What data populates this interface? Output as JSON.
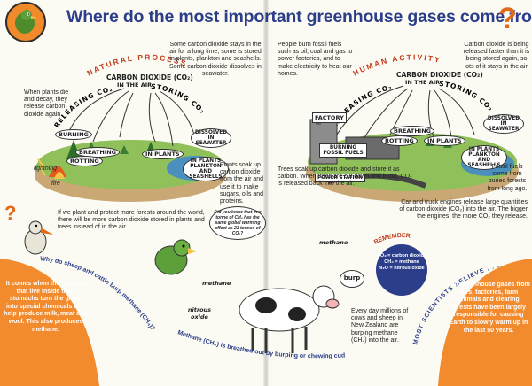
{
  "title": "Where do the most important greenhouse gases come from",
  "natural": {
    "heading": "NATURAL PROCESS",
    "co2_air": "CARBON DIOXIDE (CO₂)",
    "in_air": "IN THE AIR",
    "releasing": "RELEASING CO₂",
    "storing": "STORING CO₂",
    "top_note": "Some carbon dioxide stays in the air for a long time, some is stored in plants, plankton and seashells. Some carbon dioxide dissolves in seawater.",
    "left_note": "When plants die and decay, they release carbon dioxide again.",
    "plants_note": "Plants soak up carbon dioxide from the air and use it to make sugars, oils and proteins.",
    "labels": {
      "burning": "BURNING",
      "breathing": "BREATHING",
      "rotting": "ROTTING",
      "in_plants": "IN PLANTS",
      "dissolved": "DISSOLVED IN SEAWATER",
      "plankton": "IN PLANTS PLANKTON AND SEASHELLS",
      "lightning": "lightning",
      "fire": "fire"
    },
    "forest_note": "If we plant and protect more forests around the world, there will be more carbon dioxide stored in plants and trees instead of in the air."
  },
  "human": {
    "heading": "HUMAN ACTIVITY",
    "co2_air": "CARBON DIOXIDE (CO₂)",
    "in_air": "IN THE AIR",
    "releasing": "RELEASING CO₂",
    "storing": "STORING CO₂",
    "top_left_note": "People burn fossil fuels such as oil, coal and gas to power factories, and to make electricity to heat our homes.",
    "top_right_note": "Carbon dioxide is being released faster than it is being stored again, so lots of it stays in the air.",
    "labels": {
      "factory": "FACTORY",
      "fossil": "BURNING FOSSIL FUELS",
      "rotting": "ROTTING",
      "breathing": "BREATHING",
      "in_plants": "IN PLANTS",
      "dissolved": "DISSOLVED IN SEAWATER",
      "plankton": "IN PLANTS PLANKTON AND SEASHELLS",
      "power": "POWER STATION"
    },
    "fossil_note": "Fossil fuels come from buried forests from long ago.",
    "trees_note": "Trees soak up carbon dioxide and store it as carbon. When trees are cut down and burnt, CO₂ is released back into the air.",
    "car_note": "Car and truck engines release large quantities of carbon dioxide (CO₂) into the air. The bigger the engines, the more CO₂ they release."
  },
  "bird_speech": "Did you know that one tonne of CH₄ has the same global warming effect as 23 tonnes of CO₂?",
  "sheep_question": "Why do sheep and cattle burp methane (CH₄)?",
  "sheep_answer": "It comes when the bacteria that live inside their stomachs turn the grass into special chemicals that help produce milk, meat and wool. This also produces methane.",
  "methane_label": "methane",
  "nitrous_label": "nitrous oxide",
  "burp_label": "burp",
  "bottom_curve": "Methane (CH₄) is breathed out by burping or chewing cud",
  "cows_note": "Every day millions of cows and sheep in New Zealand are burping methane (CH₄) into the air.",
  "remember": {
    "title": "REMEMBER",
    "lines": [
      "CO₂ = carbon dioxide",
      "CH₄ = methane",
      "N₂O = nitrous oxide"
    ]
  },
  "scientists_curve": "MOST SCIENTISTS BELIEVE . . .",
  "scientists_note": "that greenhouse gases from cars, factories, farm animals and clearing forests have been largely responsible for causing Earth to slowly warm up in the last 50 years.",
  "question_mark": "?",
  "colors": {
    "title": "#2c3e8a",
    "accent": "#e06a1a",
    "red_text": "#c23a1a",
    "orange_panel": "#f28a2e"
  }
}
